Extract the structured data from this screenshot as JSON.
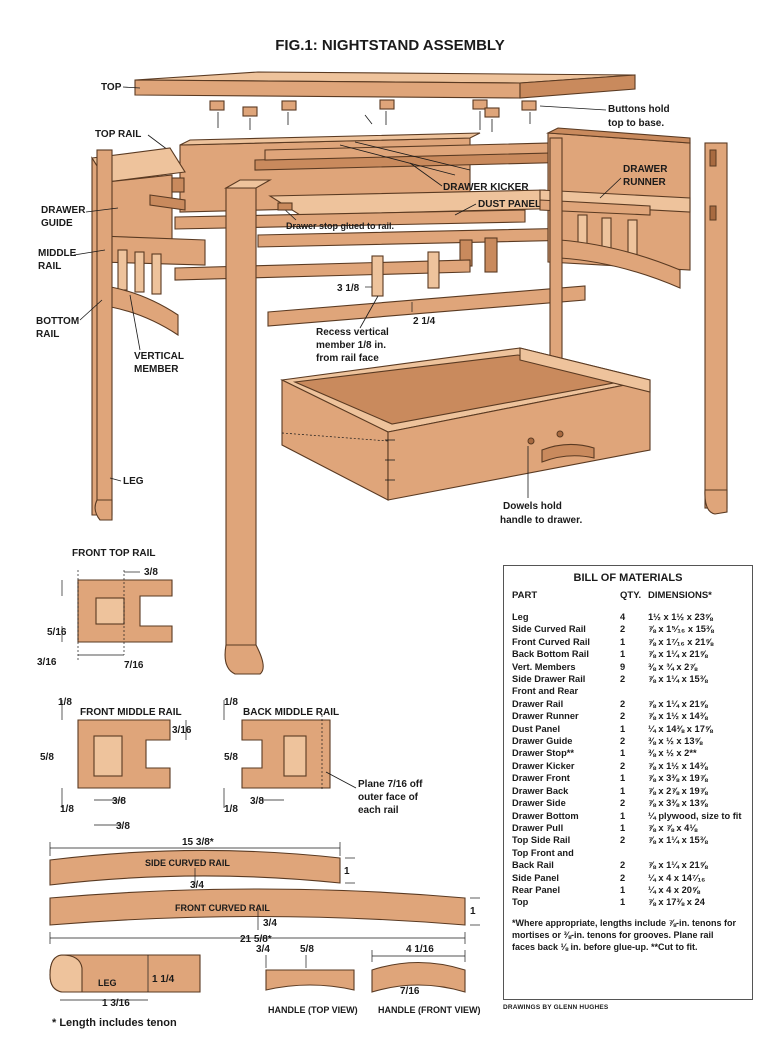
{
  "title": "FIG.1: NIGHTSTAND ASSEMBLY",
  "callouts": {
    "top": "TOP",
    "buttons_1": "Buttons hold",
    "buttons_2": "top to base.",
    "top_rail": "TOP RAIL",
    "drawer_runner_1": "DRAWER",
    "drawer_runner_2": "RUNNER",
    "drawer_kicker": "DRAWER KICKER",
    "dust_panel": "DUST PANEL",
    "drawer_guide_1": "DRAWER",
    "drawer_guide_2": "GUIDE",
    "drawer_stop": "Drawer stop glued to rail.",
    "middle_rail_1": "MIDDLE",
    "middle_rail_2": "RAIL",
    "bottom_rail_1": "BOTTOM",
    "bottom_rail_2": "RAIL",
    "dim_3_1_8": "3 1/8",
    "dim_2_1_4": "2 1/4",
    "recess_1": "Recess vertical",
    "recess_2": "member 1/8 in.",
    "recess_3": "from rail face",
    "vertical_member_1": "VERTICAL",
    "vertical_member_2": "MEMBER",
    "leg": "LEG",
    "dowels_1": "Dowels hold",
    "dowels_2": "handle to drawer."
  },
  "details": {
    "front_top_rail": {
      "title": "FRONT TOP RAIL",
      "d1": "3/8",
      "d2": "5/16",
      "d3": "3/16",
      "d4": "7/16"
    },
    "front_middle_rail": {
      "title": "FRONT MIDDLE RAIL",
      "d1": "1/8",
      "d2": "3/16",
      "d3": "5/8",
      "d4": "1/8",
      "d5": "3/8",
      "d6": "3/8"
    },
    "back_middle_rail": {
      "title": "BACK MIDDLE RAIL",
      "d1": "1/8",
      "d2": "5/8",
      "d3": "1/8",
      "d4": "3/8",
      "plane_1": "Plane 7/16 off",
      "plane_2": "outer face of",
      "plane_3": "each rail"
    },
    "side_curved_rail": {
      "label": "SIDE CURVED RAIL",
      "length": "15 3/8*",
      "width": "1",
      "rise": "3/4"
    },
    "front_curved_rail": {
      "label": "FRONT CURVED RAIL",
      "length": "21 5/8*",
      "width": "1",
      "rise": "3/4"
    },
    "leg": {
      "label": "LEG",
      "d1": "1 1/4",
      "d2": "1 3/16"
    },
    "handle_top": {
      "label": "HANDLE (TOP VIEW)",
      "d1": "3/4",
      "d2": "5/8"
    },
    "handle_front": {
      "label": "HANDLE (FRONT VIEW)",
      "d1": "4 1/16",
      "d2": "7/16"
    }
  },
  "bom": {
    "title": "BILL OF MATERIALS",
    "headers": {
      "part": "PART",
      "qty": "QTY.",
      "dims": "DIMENSIONS*"
    },
    "rows": [
      {
        "part": "Leg",
        "qty": "4",
        "dims": "1½ x 1½ x 23⅝"
      },
      {
        "part": "Side Curved Rail",
        "qty": "2",
        "dims": "⅞ x 1⁵⁄₁₆ x 15⅜"
      },
      {
        "part": "Front Curved Rail",
        "qty": "1",
        "dims": "⅞ x 1⁷⁄₁₆ x 21⅝"
      },
      {
        "part": "Back Bottom Rail",
        "qty": "1",
        "dims": "⅞ x 1¼ x 21⅝"
      },
      {
        "part": "Vert. Members",
        "qty": "9",
        "dims": "⅜ x ¾ x 2⅞"
      },
      {
        "part": "Side Drawer Rail",
        "qty": "2",
        "dims": "⅞ x 1¼ x 15⅜"
      },
      {
        "part": "Front and Rear",
        "qty": "",
        "dims": ""
      },
      {
        "part": "Drawer Rail",
        "qty": "2",
        "dims": "⅞ x 1¼ x 21⅝"
      },
      {
        "part": "Drawer Runner",
        "qty": "2",
        "dims": "⅞ x 1½ x 14⅜"
      },
      {
        "part": "Dust Panel",
        "qty": "1",
        "dims": "¼ x 14⅜ x 17⅝"
      },
      {
        "part": "Drawer Guide",
        "qty": "2",
        "dims": "⅜ x ½ x 13⅝"
      },
      {
        "part": "Drawer Stop**",
        "qty": "1",
        "dims": "⅜ x ½ x 2**"
      },
      {
        "part": "Drawer Kicker",
        "qty": "2",
        "dims": "⅞ x 1½ x 14⅜"
      },
      {
        "part": "Drawer Front",
        "qty": "1",
        "dims": "⅞ x 3⅜ x 19⅞"
      },
      {
        "part": "Drawer Back",
        "qty": "1",
        "dims": "⅞ x 2⅞ x 19⅞"
      },
      {
        "part": "Drawer Side",
        "qty": "2",
        "dims": "⅞ x 3⅜ x 13⅝"
      },
      {
        "part": "Drawer Bottom",
        "qty": "1",
        "dims": "¼ plywood, size to fit"
      },
      {
        "part": "Drawer Pull",
        "qty": "1",
        "dims": "⅞ x ⅞ x 4⅛"
      },
      {
        "part": "Top Side Rail",
        "qty": "2",
        "dims": "⅞ x 1¼ x 15⅜"
      },
      {
        "part": "Top Front and",
        "qty": "",
        "dims": ""
      },
      {
        "part": "  Back Rail",
        "qty": "2",
        "dims": "⅞ x 1¼ x 21⅝"
      },
      {
        "part": "Side Panel",
        "qty": "2",
        "dims": "¼ x 4 x 14⁷⁄₁₆"
      },
      {
        "part": "Rear Panel",
        "qty": "1",
        "dims": "¼ x 4 x 20⅝"
      },
      {
        "part": "Top",
        "qty": "1",
        "dims": "⅞ x 17⅜ x 24"
      }
    ],
    "note_1": "*Where appropriate, lengths include ⅞-in. tenons for",
    "note_2": "mortises or ⅜-in. tenons for grooves. Plane rail",
    "note_3": "faces back ⅛ in. before glue-up. **Cut to fit."
  },
  "credit": "DRAWINGS BY GLENN HUGHES",
  "footnote": "* Length includes tenon",
  "colors": {
    "wood": "#dfa57a",
    "wood_light": "#eec39c",
    "wood_dark": "#c98a5d",
    "ink": "#1a1a1a"
  }
}
